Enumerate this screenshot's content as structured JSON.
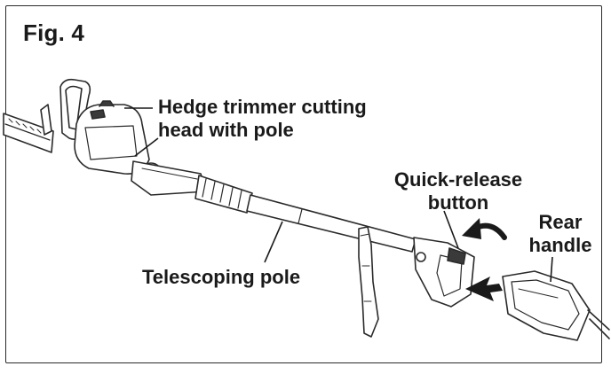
{
  "figure": {
    "title": "Fig. 4"
  },
  "labels": {
    "cutting_head": [
      "Hedge trimmer cutting",
      "head with pole"
    ],
    "quick_release": [
      "Quick-release",
      "button"
    ],
    "rear_handle": [
      "Rear",
      "handle"
    ],
    "telescoping_pole": "Telescoping pole"
  },
  "colors": {
    "ink": "#1a1a1a",
    "outline": "#2a2a2a",
    "body_fill": "#ffffff",
    "dark_part": "#3a3a3a"
  },
  "icons": {
    "curved_arrow": "curved-arrow-icon",
    "push_arrow": "push-arrow-icon"
  }
}
